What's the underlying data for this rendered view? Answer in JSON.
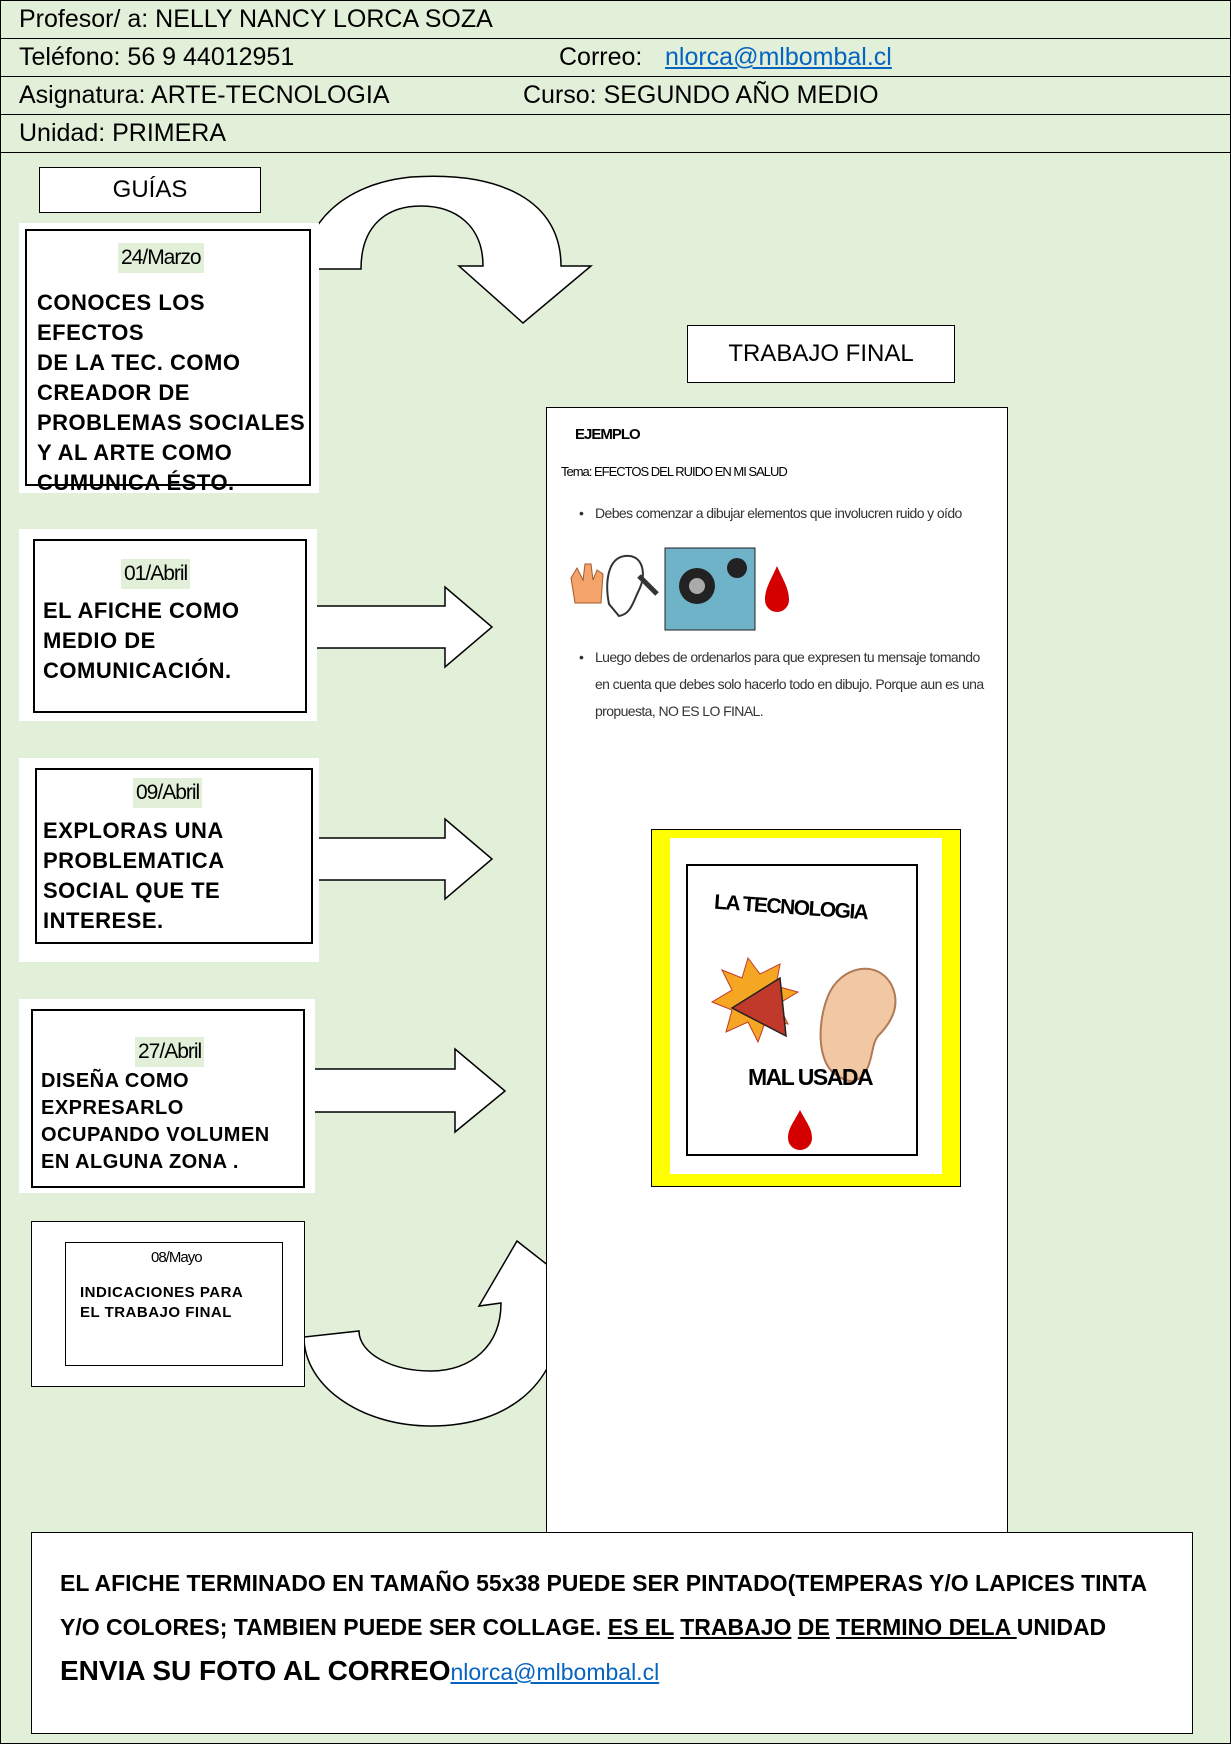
{
  "header": {
    "profesor": "Profesor/ a:  NELLY NANCY LORCA SOZA",
    "telefono": "Teléfono:  56 9 44012951",
    "correo_label": "Correo:",
    "correo_value": "nlorca@mlbombal.cl",
    "asignatura": "Asignatura:  ARTE-TECNOLOGIA",
    "curso": "Curso:  SEGUNDO AÑO MEDIO",
    "unidad": "Unidad: PRIMERA"
  },
  "guias_label": "GUÍAS",
  "trabajo_final_label": "TRABAJO FINAL",
  "guides": [
    {
      "date": "24/Marzo",
      "text": "CONOCES LOS EFECTOS\nDE LA TEC. COMO\nCREADOR DE\nPROBLEMAS SOCIALES\nY AL ARTE COMO\nCUMUNICA ÉSTO."
    },
    {
      "date": "01/Abril",
      "text": "EL AFICHE COMO\nMEDIO DE\nCOMUNICACIÓN."
    },
    {
      "date": "09/Abril",
      "text": "EXPLORAS UNA\nPROBLEMATICA\nSOCIAL QUE TE\nINTERESE."
    },
    {
      "date": "27/Abril",
      "text": "DISEÑA COMO\nEXPRESARLO\nOCUPANDO VOLUMEN\nEN ALGUNA ZONA  ."
    },
    {
      "date": "08/Mayo",
      "text": "INDICACIONES PARA\nEL TRABAJO FINAL"
    }
  ],
  "example": {
    "title": "EJEMPLO",
    "tema": "Tema: EFECTOS DEL RUIDO EN MI SALUD",
    "bullet1": "Debes comenzar a dibujar elementos que involucren ruido y oído",
    "bullet2": "Luego debes de ordenarlos para que expresen tu mensaje  tomando en cuenta que debes solo hacerlo todo en dibujo. Porque aun es  una propuesta, NO ES LO FINAL.",
    "poster_top": "LA TECNOLOGIA",
    "poster_bottom": "MAL USADA"
  },
  "final_note": {
    "part1": "EL AFICHE TERMINADO EN TAMAÑO 55x38 PUEDE SER PINTADO(TEMPERAS Y/O LAPICES TINTA Y/O COLORES;  TAMBIEN PUEDE SER COLLAGE.  ",
    "u1": "ES EL",
    "sp1": " ",
    "u2": "TRABAJO",
    "sp2": " ",
    "u3": "DE",
    "br": " ",
    "u4": "TERMINO DELA ",
    "part2": "UNIDAD   ",
    "big": "ENVIA SU FOTO AL CORREO",
    "email": "nlorca@mlbombal.cl"
  },
  "colors": {
    "page_bg": "#e2efd9",
    "link": "#0563c1",
    "poster_frame": "#ffff00",
    "blood": "#d40000"
  }
}
